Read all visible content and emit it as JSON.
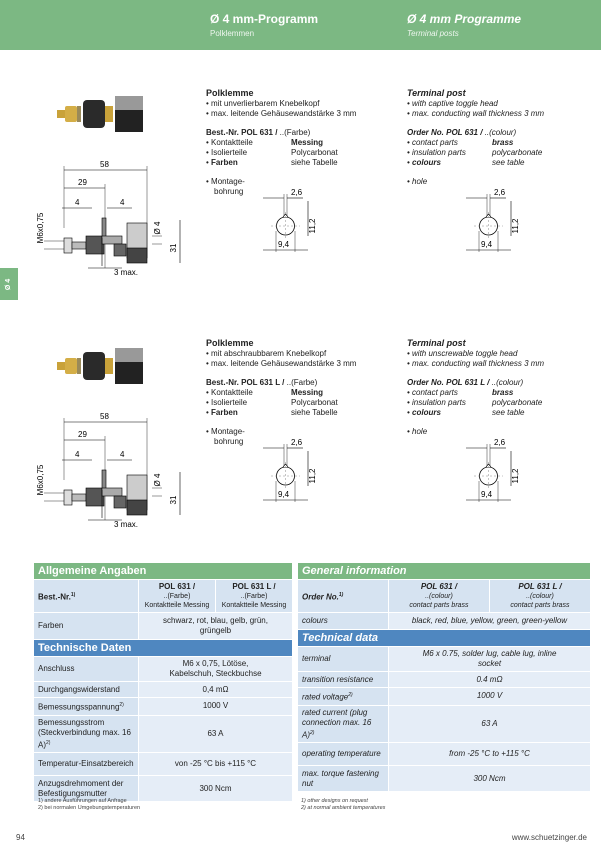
{
  "header": {
    "title_de": "Ø 4 mm-Programm",
    "subtitle_de": "Polklemmen",
    "title_en": "Ø 4 mm Programme",
    "subtitle_en": "Terminal posts"
  },
  "side_tab": "Ø 4",
  "products": [
    {
      "de": {
        "title": "Polklemme",
        "features": [
          "mit unverlierbarem Knebelkopf",
          "max. leitende Gehäusewandstärke 3 mm"
        ],
        "order_label": "Best.-Nr. POL 631 / ",
        "order_suffix": "..(Farbe)",
        "specs": [
          [
            "Kontaktteile",
            "Messing"
          ],
          [
            "Isolierteile",
            "Polycarbonat"
          ],
          [
            "Farben",
            "siehe Tabelle"
          ]
        ],
        "hole": "Montage-bohrung"
      },
      "en": {
        "title": "Terminal post",
        "features": [
          "with captive toggle head",
          "max. conducting wall thickness 3 mm"
        ],
        "order_label": "Order No. POL 631 / ",
        "order_suffix": "..(colour)",
        "specs": [
          [
            "contact parts",
            "brass"
          ],
          [
            "insulation parts",
            "polycarbonate"
          ],
          [
            "colours",
            "see table"
          ]
        ],
        "hole": "hole"
      }
    },
    {
      "de": {
        "title": "Polklemme",
        "features": [
          "mit abschraubbarem Knebelkopf",
          "max. leitende Gehäusewandstärke 3 mm"
        ],
        "order_label": "Best.-Nr. POL 631 L / ",
        "order_suffix": "..(Farbe)",
        "specs": [
          [
            "Kontaktteile",
            "Messing"
          ],
          [
            "Isolierteile",
            "Polycarbonat"
          ],
          [
            "Farben",
            "siehe Tabelle"
          ]
        ],
        "hole": "Montage-bohrung"
      },
      "en": {
        "title": "Terminal post",
        "features": [
          "with unscrewable toggle head",
          "max. conducting wall thickness 3 mm"
        ],
        "order_label": "Order No. POL 631 L / ",
        "order_suffix": "..(colour)",
        "specs": [
          [
            "contact parts",
            "brass"
          ],
          [
            "insulation parts",
            "polycarbonate"
          ],
          [
            "colours",
            "see table"
          ]
        ],
        "hole": "hole"
      }
    }
  ],
  "dims": {
    "length": "58",
    "half": "29",
    "w1": "4",
    "w2": "4",
    "thread": "M6x0,75",
    "dia": "Ø 4",
    "height": "31",
    "wall": "3 max.",
    "hole_w": "2,6",
    "hole_h": "11,2",
    "hole_d": "9,4"
  },
  "table_de": {
    "general": "Allgemeine Angaben",
    "order": "Best.-Nr.",
    "order_sup": "1)",
    "cols": [
      [
        "POL 631 /",
        "..(Farbe)",
        "Kontaktteile Messing"
      ],
      [
        "POL 631 L /",
        "..(Farbe)",
        "Kontaktteile Messing"
      ]
    ],
    "colours": [
      "Farben",
      "schwarz, rot, blau, gelb, grün, grüngelb"
    ],
    "technical": "Technische Daten",
    "rows": [
      [
        "Anschluss",
        "",
        "M6 x 0,75, Lötöse, Kabelschuh, Steckbuchse"
      ],
      [
        "Durchgangswiderstand",
        "",
        "0,4 mΩ"
      ],
      [
        "Bemessungsspannung",
        "2)",
        "1000 V"
      ],
      [
        "Bemessungsstrom (Steckverbindung max. 16 A)",
        "2)",
        "63 A"
      ],
      [
        "Temperatur-Einsatzbereich",
        "",
        "von -25 °C bis +115 °C"
      ],
      [
        "Anzugsdrehmoment der Befestigungsmutter",
        "",
        "300 Ncm"
      ]
    ],
    "footnotes": [
      "1) andere Ausführungen auf Anfrage",
      "2) bei normalen Umgebungstemperaturen"
    ]
  },
  "table_en": {
    "general": "General information",
    "order": "Order No.",
    "order_sup": "1)",
    "cols": [
      [
        "POL 631 /",
        "..(colour)",
        "contact parts brass"
      ],
      [
        "POL 631 L /",
        "..(colour)",
        "contact parts brass"
      ]
    ],
    "colours": [
      "colours",
      "black, red, blue, yellow, green, green-yellow"
    ],
    "technical": "Technical data",
    "rows": [
      [
        "terminal",
        "",
        "M6 x 0.75, solder lug, cable lug, inline socket"
      ],
      [
        "transition resistance",
        "",
        "0.4 mΩ"
      ],
      [
        "rated voltage",
        "2)",
        "1000 V"
      ],
      [
        "rated current (plug connection max. 16 A)",
        "2)",
        "63 A"
      ],
      [
        "operating temperature",
        "",
        "from -25 °C to +115 °C"
      ],
      [
        "max. torque fastening nut",
        "",
        "300 Ncm"
      ]
    ],
    "footnotes": [
      "1) other designs on request",
      "2) at normal ambient temperatures"
    ]
  },
  "footer": {
    "page": "94",
    "url": "www.schuetzinger.de"
  },
  "colors": {
    "green": "#7cb883",
    "blue": "#4f87c0",
    "cell": "#d6e3f1",
    "value_cell": "#e5edf7"
  }
}
